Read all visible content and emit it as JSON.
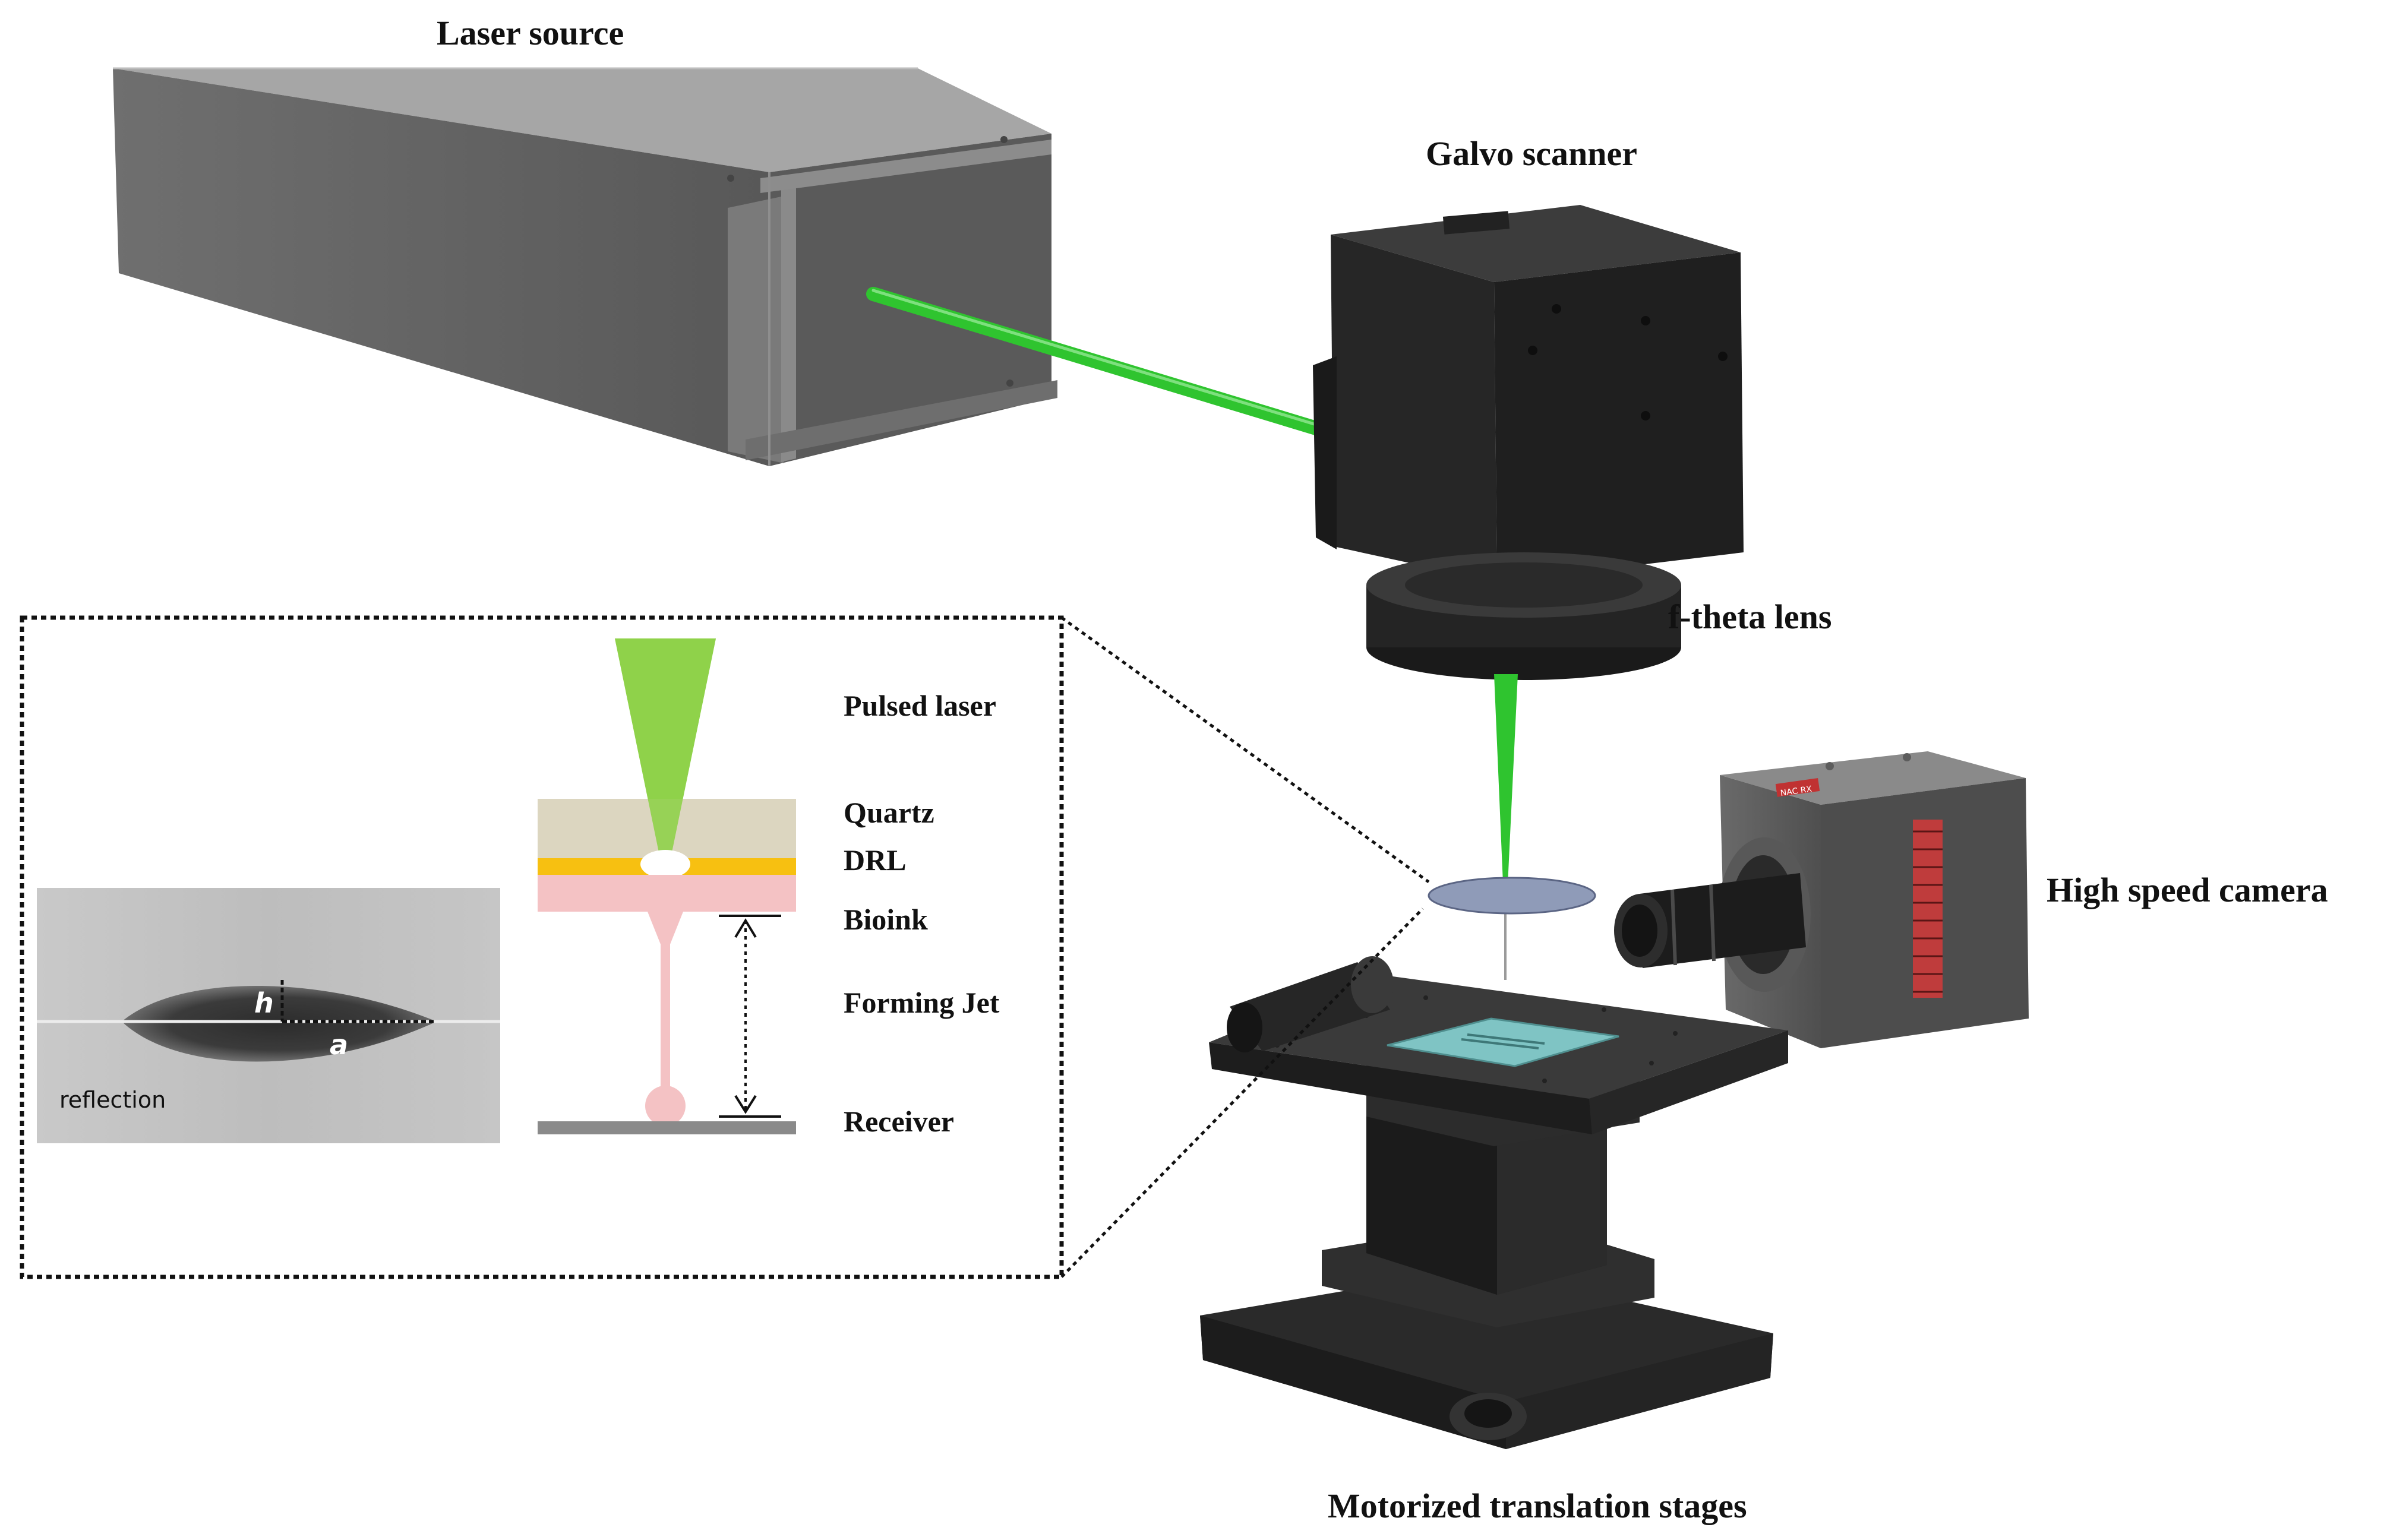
{
  "labels": {
    "laser_source": "Laser source",
    "galvo_scanner": "Galvo scanner",
    "f_theta_lens": "f-theta lens",
    "high_speed_camera": "High speed camera",
    "motorized_stages": "Motorized translation stages"
  },
  "inset": {
    "layers": {
      "pulsed_laser": "Pulsed laser",
      "quartz": "Quartz",
      "drl": "DRL",
      "bioink": "Bioink",
      "forming_jet": "Forming Jet",
      "receiver": "Receiver"
    },
    "photo": {
      "h_label": "h",
      "a_label": "a",
      "reflection_label": "reflection"
    }
  },
  "camera_badge": "NAC RX",
  "colors": {
    "laser_beam": "#2fc42f",
    "laser_cone": "#8fd14a",
    "quartz": "#dcd6c0",
    "drl": "#f7c011",
    "bioink": "#f4c2c4",
    "receiver": "#8a8a8a",
    "substrate_disc": "#8f9bb8",
    "sample_plate": "#7fc4c4",
    "camera_vents": "#d33a3a"
  }
}
